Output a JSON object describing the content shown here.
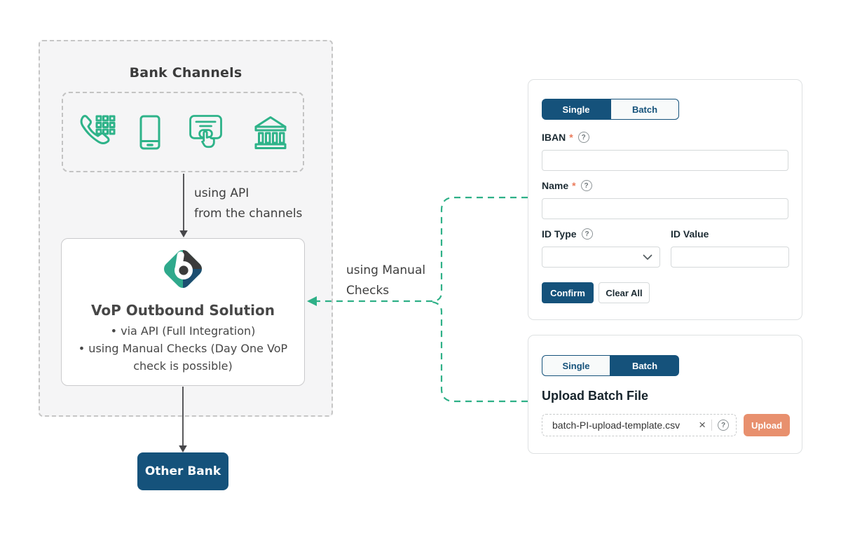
{
  "colors": {
    "navy": "#15527B",
    "green": "#2EB087",
    "salmon": "#E8906E",
    "required_red": "#EB7B5B",
    "diagram_bg": "#F5F5F6"
  },
  "icons": {
    "help_glyph": "?",
    "close_glyph": "×",
    "required_marker": "*",
    "channel_icons": [
      "phone-keypad-icon",
      "smartphone-icon",
      "card-click-icon",
      "bank-building-icon"
    ]
  },
  "diagram": {
    "bank_channels_title": "Bank Channels",
    "using_api_label": "using API\nfrom the channels",
    "vop": {
      "title": "VoP Outbound Solution",
      "bullets": [
        "•  via API (Full Integration)",
        "•  using Manual Checks (Day One VoP check is possible)"
      ]
    },
    "manual_checks_label": "using Manual\nChecks",
    "other_bank_label": "Other Bank"
  },
  "single_panel": {
    "tabs": {
      "single": "Single",
      "batch": "Batch"
    },
    "active_tab": "Single",
    "fields": {
      "iban": {
        "label": "IBAN",
        "required": true,
        "has_help": true,
        "value": ""
      },
      "name": {
        "label": "Name",
        "required": true,
        "has_help": true,
        "value": ""
      },
      "id_type": {
        "label": "ID Type",
        "required": false,
        "has_help": true,
        "value": ""
      },
      "id_value": {
        "label": "ID Value",
        "required": false,
        "has_help": false,
        "value": ""
      }
    },
    "confirm_label": "Confirm",
    "clear_label": "Clear All"
  },
  "batch_panel": {
    "tabs": {
      "single": "Single",
      "batch": "Batch"
    },
    "active_tab": "Batch",
    "heading": "Upload Batch File",
    "file_name": "batch-PI-upload-template.csv",
    "upload_label": "Upload"
  }
}
